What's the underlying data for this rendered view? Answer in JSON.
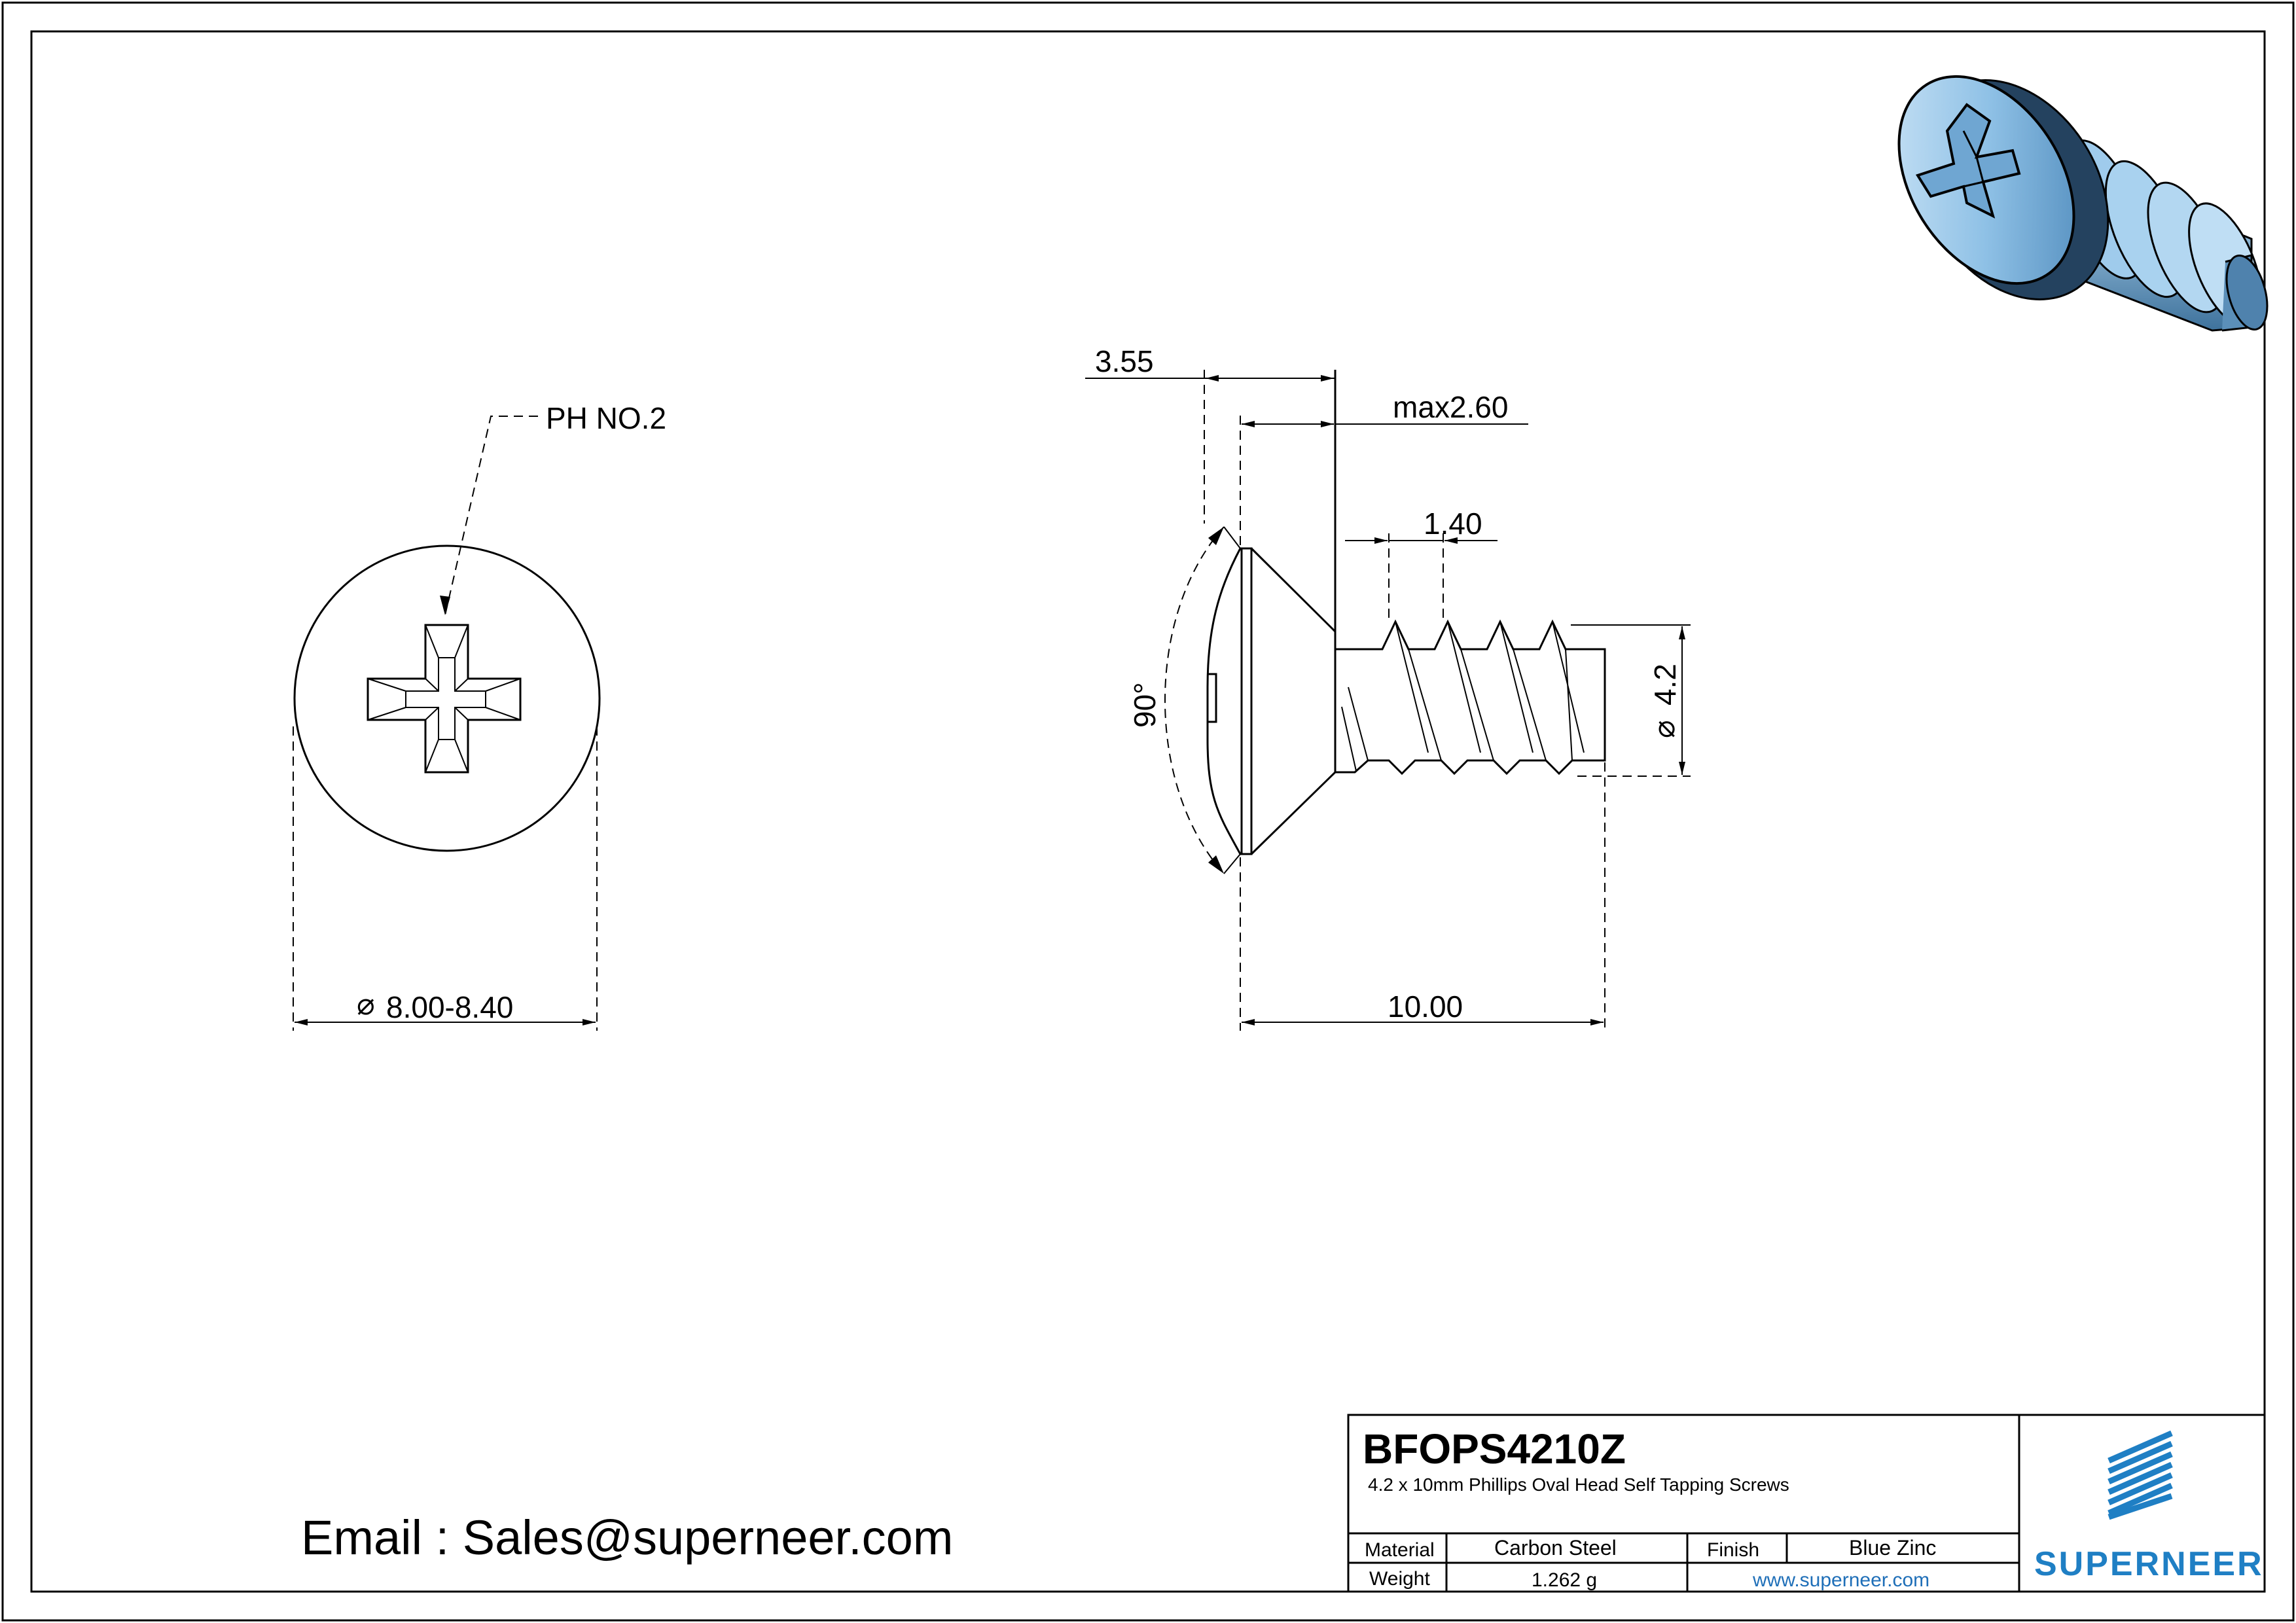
{
  "front_view": {
    "drive_label": "PH NO.2",
    "diameter_symbol": "⌀",
    "diameter_value": "8.00-8.40"
  },
  "side_view": {
    "head_height": "3.55",
    "max_label": "max2.60",
    "thread_pitch": "1.40",
    "angle": "90°",
    "thread_diameter_symbol": "⌀",
    "thread_diameter": "4.2",
    "length": "10.00"
  },
  "contact": {
    "email_line": "Email : Sales@superneer.com"
  },
  "title_block": {
    "part_number": "BFOPS4210Z",
    "description": "4.2 x 10mm Phillips Oval Head Self Tapping Screws",
    "material_label": "Material",
    "material_value": "Carbon Steel",
    "finish_label": "Finish",
    "finish_value": "Blue Zinc",
    "weight_label": "Weight",
    "weight_value": "1.262 g",
    "website": "www.superneer.com",
    "brand": "SUPERNEER"
  },
  "colors": {
    "brand_blue": "#1f7fc4",
    "link_blue": "#1f6fb8",
    "screw_blue": "#7fb6e0",
    "screw_dark": "#2f5f86"
  }
}
